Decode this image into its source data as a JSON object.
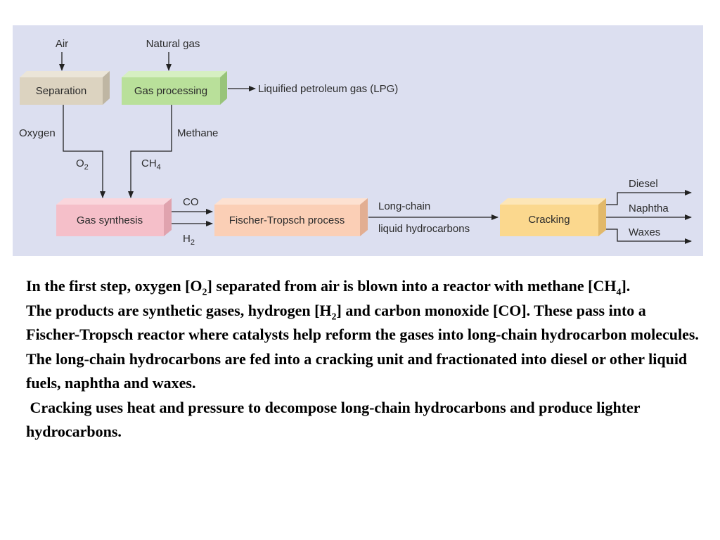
{
  "diagram": {
    "inputs": {
      "air": "Air",
      "natural_gas": "Natural gas"
    },
    "boxes": {
      "separation": "Separation",
      "gas_processing": "Gas processing",
      "gas_synthesis": "Gas synthesis",
      "fischer_tropsch": "Fischer-Tropsch process",
      "cracking": "Cracking"
    },
    "labels": {
      "lpg": "Liquified petroleum gas (LPG)",
      "oxygen": "Oxygen",
      "methane": "Methane",
      "o2_base": "O",
      "o2_sub": "2",
      "ch4_base": "CH",
      "ch4_sub": "4",
      "co": "CO",
      "h2_base": "H",
      "h2_sub": "2",
      "long_chain": "Long-chain",
      "liquid_hydrocarbons": "liquid hydrocarbons",
      "diesel": "Diesel",
      "naphtha": "Naphtha",
      "waxes": "Waxes"
    },
    "colors": {
      "background": "#dcdff0",
      "separation": "#dcd3c0",
      "gas_processing": "#b9e09a",
      "gas_synthesis": "#f5bfc9",
      "fischer_tropsch": "#fbcfb6",
      "cracking": "#fbd88e"
    }
  },
  "text": {
    "p1": {
      "a": "In the first step, oxygen [O",
      "a_sub": "2",
      "b": "] separated from air is blown into a reactor with methane [CH",
      "b_sub": "4",
      "c": "]."
    },
    "p2": {
      "a": "The products are synthetic gases, hydrogen [H",
      "a_sub": "2",
      "b": "] and carbon monoxide [CO]. These pass into a Fischer-Tropsch reactor where catalysts help reform the gases into long-chain hydrocarbon molecules. The long-chain hydrocarbons are fed into a cracking unit and fractionated into diesel or other liquid fuels, naphtha and waxes."
    },
    "p3": " Cracking uses heat and pressure to decompose long-chain hydrocarbons and produce lighter hydrocarbons."
  }
}
